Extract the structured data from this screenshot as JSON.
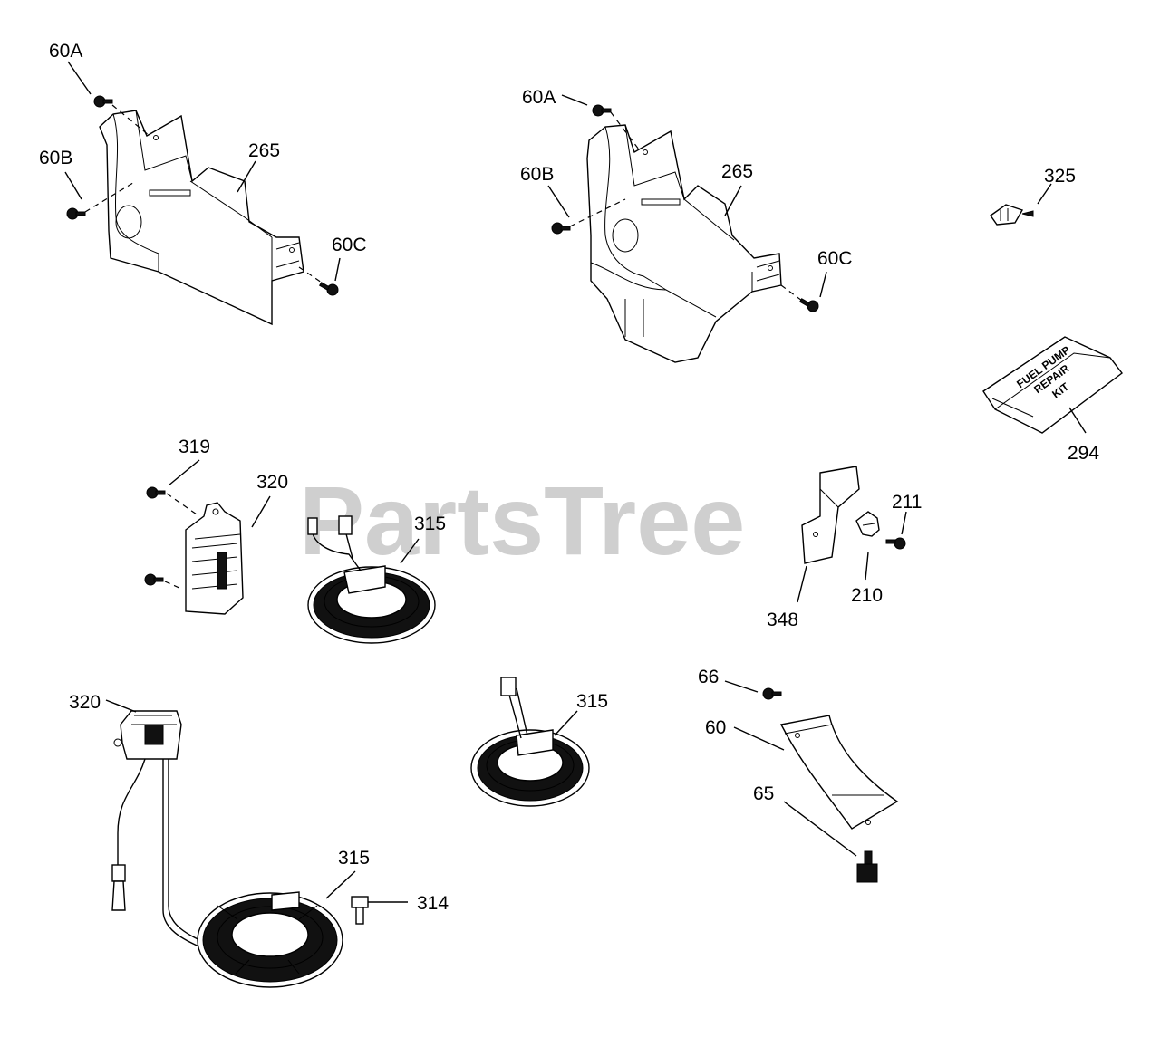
{
  "watermark": "PartsTree",
  "labels": {
    "l60a_1": "60A",
    "l60b_1": "60B",
    "l265_1": "265",
    "l60c_1": "60C",
    "l60a_2": "60A",
    "l60b_2": "60B",
    "l265_2": "265",
    "l60c_2": "60C",
    "l325": "325",
    "l294": "294",
    "l319": "319",
    "l320_1": "320",
    "l315_1": "315",
    "l211": "211",
    "l210": "210",
    "l348": "348",
    "l66": "66",
    "l60": "60",
    "l65": "65",
    "l320_2": "320",
    "l315_2": "315",
    "l315_3": "315",
    "l314": "314"
  },
  "kit_text": {
    "line1": "FUEL PUMP",
    "line2": "REPAIR",
    "line3": "KIT"
  }
}
